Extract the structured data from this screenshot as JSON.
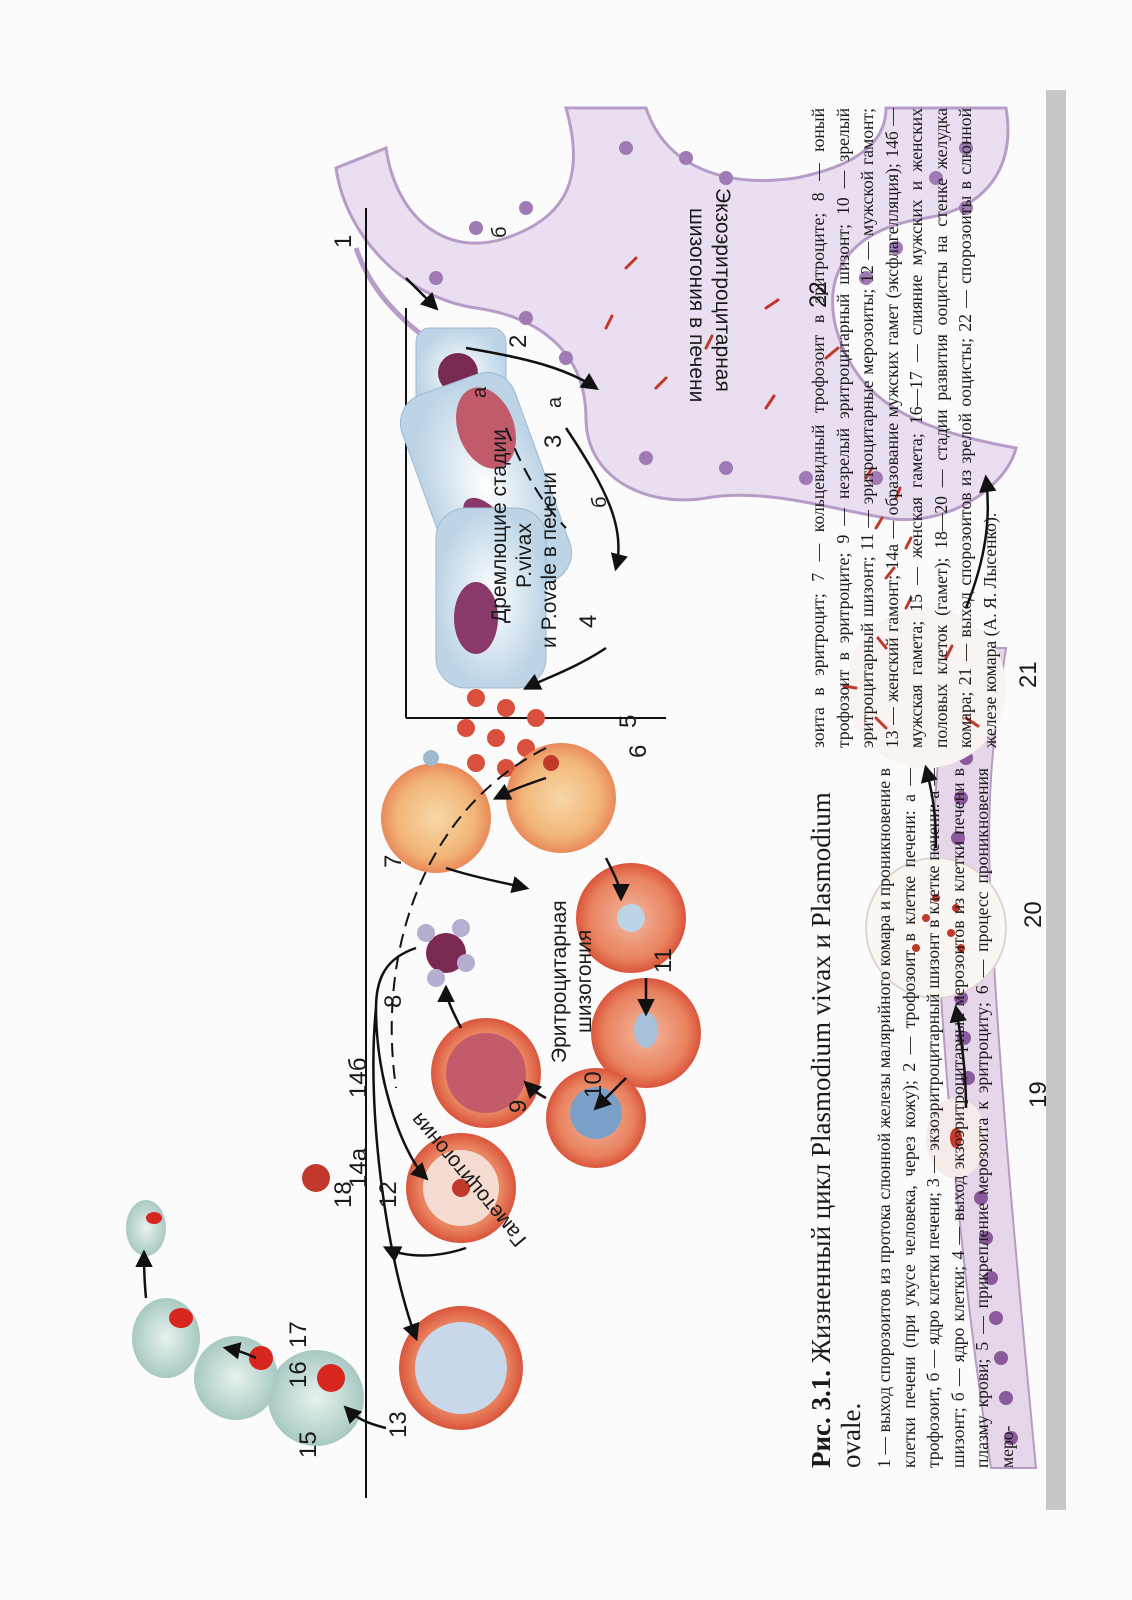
{
  "figure": {
    "labels": {
      "n1": "1",
      "n2": "2",
      "n3": "3",
      "n4": "4",
      "n5": "5",
      "n6": "6",
      "n7": "7",
      "n8": "8",
      "n9": "9",
      "n10": "10",
      "n11": "11",
      "n12": "12",
      "n13": "13",
      "n14a": "14а",
      "n14b": "14б",
      "n15": "15",
      "n16": "16",
      "n17": "17",
      "n18": "18",
      "n19": "19",
      "n20": "20",
      "n21": "21",
      "n22": "22",
      "a1": "а",
      "b1": "б",
      "a2": "а",
      "b2": "б"
    },
    "stages": {
      "erythro_line1": "Эритроцитарная",
      "erythro_line2": "шизогония",
      "gameto": "Гаметоцитогония",
      "exo_line1": "Экзоэритроцитарная",
      "exo_line2": "шизогония в печени",
      "dormant_line1": "Дремлющие стадии",
      "dormant_line2": "P.vivax",
      "dormant_line3": "и P.ovale в печени"
    }
  },
  "caption": {
    "fig_number": "Рис. 3.1.",
    "title_rest": " Жизненный цикл Plasmodium vivax и Plasmodium ovale.",
    "body_left": "1 — выход спорозоитов из протока слюнной железы малярийного комара и проникновение в клетки печени (при укусе человека, через кожу); 2 — трофозоит в клетке печени: а — трофозоит, б — ядро клетки печени; 3 — экзоэритроцитарный шизонт в клетке печени: а — шизонт; б — ядро клетки; 4 — выход экзоэритроцитарных мерозоитов из клетки печени в плазму крови; 5 — прикрепление мерозоита к эритроциту; 6 — процесс проникновения меро-",
    "body_right": "зоита в эритроцит; 7 — кольцевидный трофозоит в эритроците; 8 — юный трофозоит в эритроците; 9 — незрелый эритроцитарный шизонт; 10 — зрелый эритроцитарный шизонт; 11 — эритроцитарные мерозоиты; 12 — мужской гамонт; 13 — женский гамонт; 14а — образование мужских гамет (эксфлагелляция); 14б — мужская гамета; 15 — женская гамета; 16—17 — слияние мужских и женских половых клеток (гамет); 18—20 — стадии развития ооцисты на стенке желудка комара; 21 — выход спорозоитов из зрелой ооцисты; 22 — спорозоиты в слюнной железе комара (А. Я. Лысенко)."
  }
}
